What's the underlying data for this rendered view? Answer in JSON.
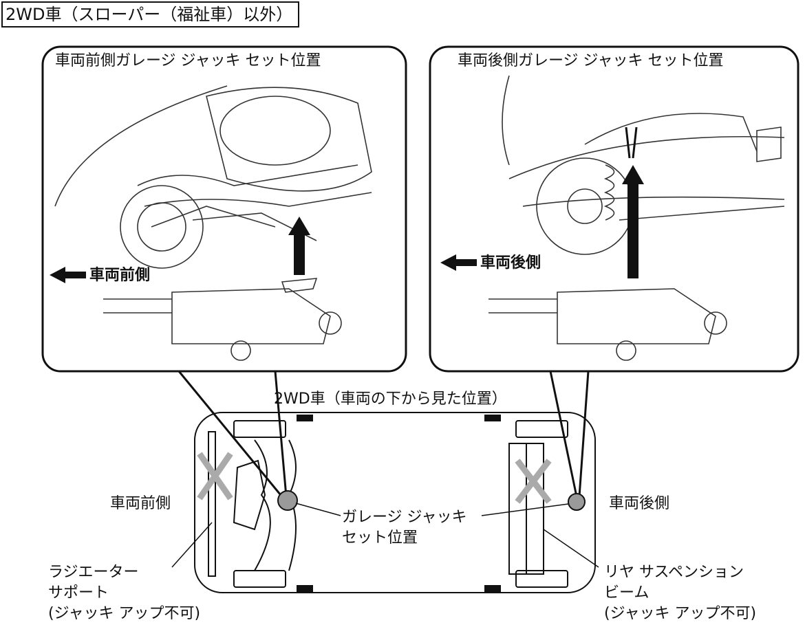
{
  "title": "2WD車（スローパー（福祉車）以外）",
  "front_panel": {
    "heading": "車両前側ガレージ ジャッキ セット位置",
    "direction_label": "車両前側"
  },
  "rear_panel": {
    "heading": "車両後側ガレージ ジャッキ セット位置",
    "direction_label": "車両後側"
  },
  "bottom_view": {
    "heading": "2WD車（車両の下から見た位置）",
    "front_label": "車両前側",
    "rear_label": "車両後側",
    "jack_point_label": "ガレージ ジャッキ\nセット位置",
    "radiator_label": "ラジエーター\nサポート\n(ジャッキ アップ不可)",
    "rear_beam_label": "リヤ サスペンション\nビーム\n(ジャッキ アップ不可)"
  },
  "colors": {
    "line": "#111111",
    "marker": "#aaaaaa",
    "jack_point": "#9a9a9a"
  }
}
